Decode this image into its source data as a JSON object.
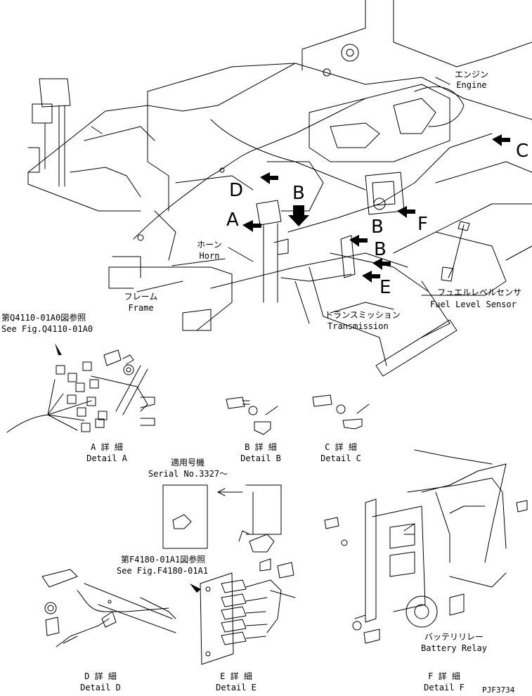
{
  "main_view": {
    "engine": {
      "jp": "エンジン",
      "en": "Engine"
    },
    "horn": {
      "jp": "ホーン",
      "en": "Horn"
    },
    "frame": {
      "jp": "フレーム",
      "en": "Frame"
    },
    "transmission": {
      "jp": "トランスミッション",
      "en": "Transmission"
    },
    "fuel_sensor": {
      "jp": "フュエルレベルセンサ",
      "en": "Fuel Level Sensor"
    },
    "callouts": {
      "a": "A",
      "b1": "B",
      "b2": "B",
      "b3": "B",
      "c": "C",
      "d": "D",
      "e": "E",
      "f": "F"
    }
  },
  "ref_a": {
    "jp": "第Q4110-01A0図参照",
    "en": "See Fig.Q4110-01A0"
  },
  "ref_e": {
    "jp": "第F4180-01A1図参照",
    "en": "See Fig.F4180-01A1"
  },
  "serial": {
    "jp": "適用号機",
    "en": "Serial No.3327〜"
  },
  "battery_relay": {
    "jp": "バッテリリレー",
    "en": "Battery Relay"
  },
  "details": {
    "a": {
      "jp": "A 詳 細",
      "en": "Detail A"
    },
    "b": {
      "jp": "B 詳 細",
      "en": "Detail B"
    },
    "c": {
      "jp": "C 詳 細",
      "en": "Detail C"
    },
    "d": {
      "jp": "D 詳 細",
      "en": "Detail D"
    },
    "e": {
      "jp": "E 詳 細",
      "en": "Detail E"
    },
    "f": {
      "jp": "F 詳 細",
      "en": "Detail F"
    }
  },
  "drawing_no": "PJF3734"
}
